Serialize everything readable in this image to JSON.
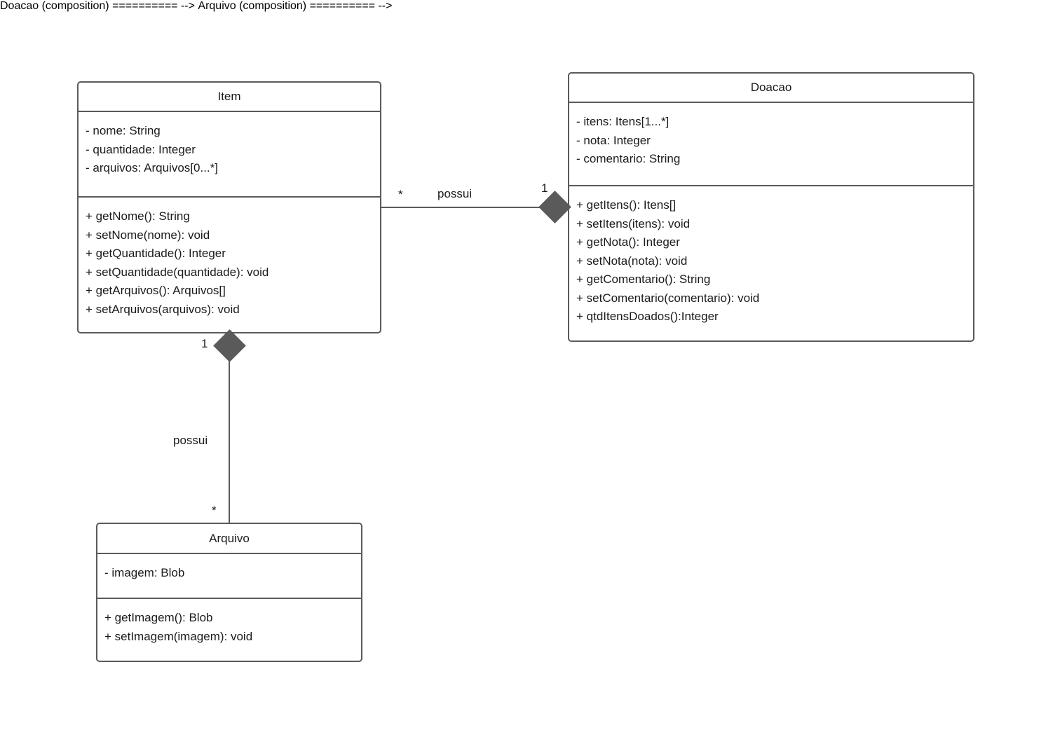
{
  "diagram": {
    "type": "uml-class-diagram",
    "colors": {
      "border": "#5a5a5a",
      "text": "#1a1a1a",
      "background": "#ffffff"
    },
    "classes": [
      {
        "id": "item",
        "name": "Item",
        "attributes": [
          "- nome: String",
          "- quantidade: Integer",
          "- arquivos: Arquivos[0...*]"
        ],
        "methods": [
          "+ getNome(): String",
          "+ setNome(nome): void",
          "+ getQuantidade(): Integer",
          "+ setQuantidade(quantidade): void",
          "+ getArquivos(): Arquivos[]",
          "+ setArquivos(arquivos): void"
        ]
      },
      {
        "id": "doacao",
        "name": "Doacao",
        "attributes": [
          "- itens: Itens[1...*]",
          "- nota: Integer",
          "- comentario: String"
        ],
        "methods": [
          "+ getItens(): Itens[]",
          "+ setItens(itens): void",
          "+ getNota(): Integer",
          "+ setNota(nota): void",
          "+ getComentario(): String",
          "+ setComentario(comentario): void",
          "+ qtdItensDoados():Integer"
        ]
      },
      {
        "id": "arquivo",
        "name": "Arquivo",
        "attributes": [
          "- imagem: Blob"
        ],
        "methods": [
          "+ getImagem(): Blob",
          "+ setImagem(imagem): void"
        ]
      }
    ],
    "relationships": [
      {
        "id": "item-doacao",
        "kind": "composition",
        "from": "Item",
        "to": "Doacao",
        "label": "possui",
        "source_multiplicity": "*",
        "target_multiplicity": "1",
        "diamond_end": "Doacao"
      },
      {
        "id": "item-arquivo",
        "kind": "composition",
        "from": "Item",
        "to": "Arquivo",
        "label": "possui",
        "source_multiplicity": "1",
        "target_multiplicity": "*",
        "diamond_end": "Item"
      }
    ]
  }
}
